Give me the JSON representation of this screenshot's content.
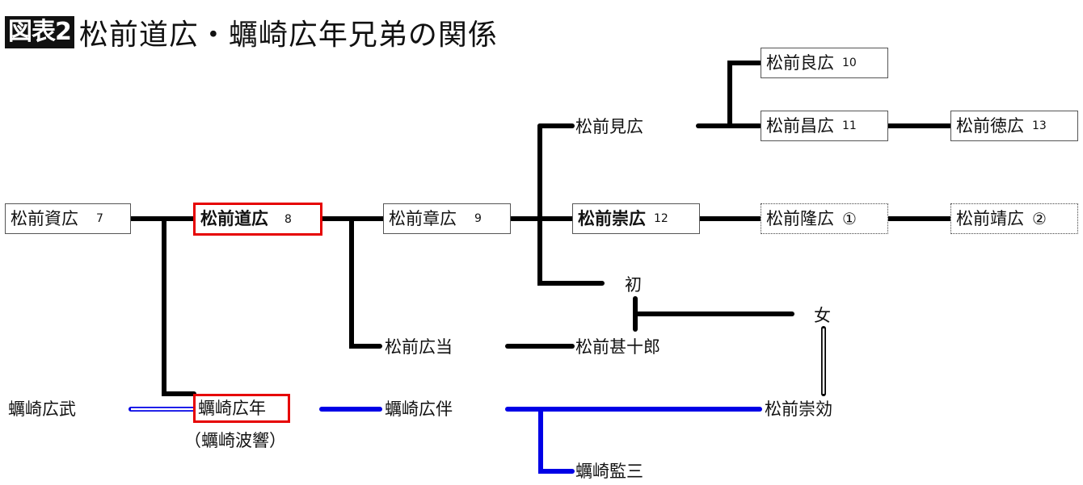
{
  "title": {
    "badge": "図表2",
    "text": "松前道広・蠣崎広年兄弟の関係"
  },
  "colors": {
    "line": "#000000",
    "adoption_line": "#0000e6",
    "highlight_border": "#e60000"
  },
  "nodes": {
    "sukehiro": {
      "name": "松前資広",
      "num": "7"
    },
    "michihiro": {
      "name": "松前道広",
      "num": "8"
    },
    "akihiro": {
      "name": "松前章広",
      "num": "9"
    },
    "mihiro": {
      "name": "松前見広",
      "num": ""
    },
    "yoshihiro": {
      "name": "松前良広",
      "num": "10"
    },
    "masahiro": {
      "name": "松前昌広",
      "num": "11"
    },
    "norihiro13": {
      "name": "松前徳広",
      "num": "13"
    },
    "takahiro": {
      "name": "松前崇広",
      "num": "12"
    },
    "takahiro2": {
      "name": "松前隆広",
      "num": "①"
    },
    "yasuhiro": {
      "name": "松前靖広",
      "num": "②"
    },
    "hatsu": {
      "name": "初"
    },
    "onna": {
      "name": "女"
    },
    "hiromasa": {
      "name": "松前広当"
    },
    "jinjuro": {
      "name": "松前甚十郎"
    },
    "hirotake": {
      "name": "蠣崎広武"
    },
    "hirotoshi": {
      "name": "蠣崎広年",
      "alias": "（蠣崎波響）"
    },
    "hirotomo": {
      "name": "蠣崎広伴"
    },
    "takanori": {
      "name": "松前崇効"
    },
    "kanzo": {
      "name": "蠣崎監三"
    }
  }
}
